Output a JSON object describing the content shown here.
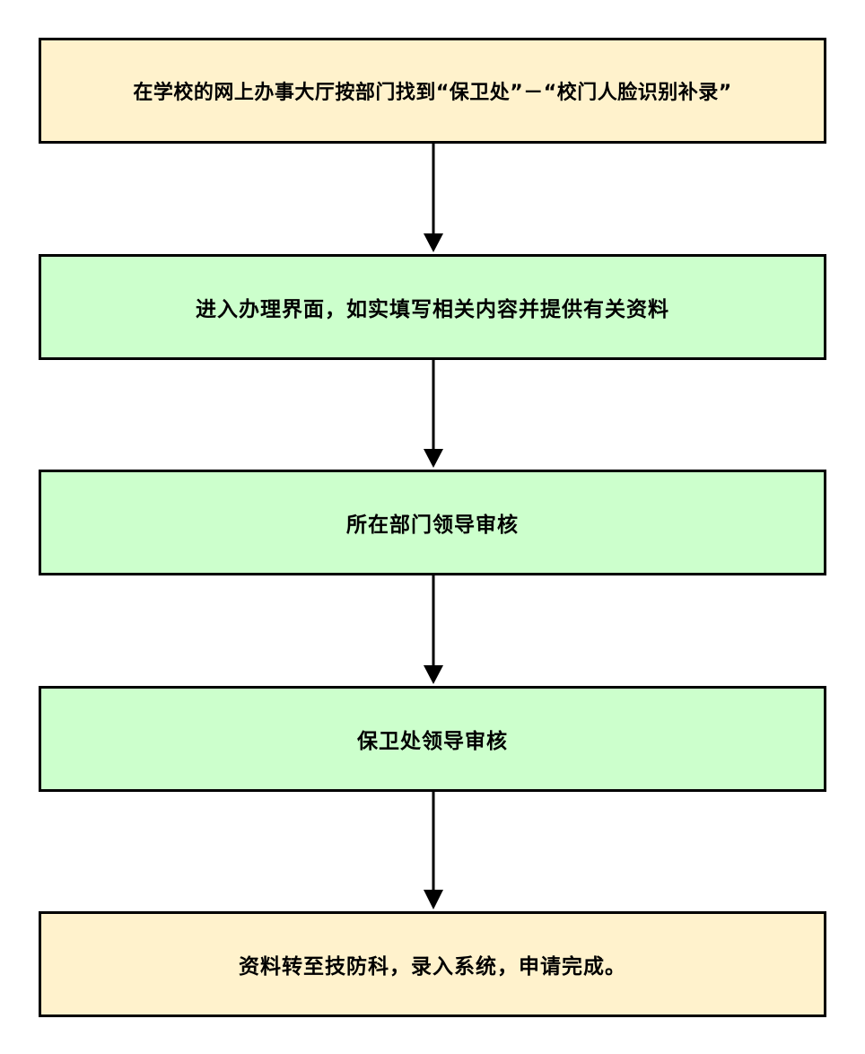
{
  "colors": {
    "terminal_fill": "#fff2cc",
    "process_fill": "#ccffcc",
    "stroke": "#000000"
  },
  "steps": [
    {
      "text": "在学校的网上办事大厅按部门找到“保卫处”－“校门人脸识别补录”",
      "kind": "terminal"
    },
    {
      "text": "进入办理界面，如实填写相关内容并提供有关资料",
      "kind": "process"
    },
    {
      "text": "所在部门领导审核",
      "kind": "process"
    },
    {
      "text": "保卫处领导审核",
      "kind": "process"
    },
    {
      "text": "资料转至技防科，录入系统，申请完成。",
      "kind": "terminal"
    }
  ]
}
